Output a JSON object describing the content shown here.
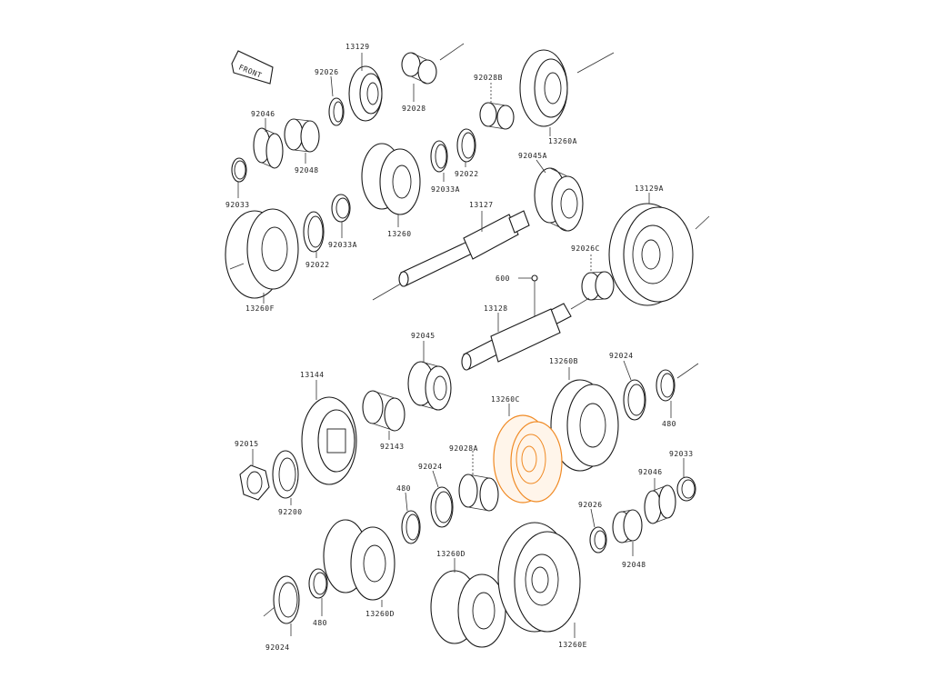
{
  "highlight_color": "#f08a24",
  "front_label": "FRONT",
  "parts": [
    {
      "key": "p13129",
      "label": "13129"
    },
    {
      "key": "p92026",
      "label": "92026"
    },
    {
      "key": "p92028",
      "label": "92028"
    },
    {
      "key": "p92028B",
      "label": "92028B"
    },
    {
      "key": "p92046_top",
      "label": "92046"
    },
    {
      "key": "p92048_top",
      "label": "92048"
    },
    {
      "key": "p13260A",
      "label": "13260A"
    },
    {
      "key": "p92033_top",
      "label": "92033"
    },
    {
      "key": "p92033A_mid",
      "label": "92033A"
    },
    {
      "key": "p92022_top",
      "label": "92022"
    },
    {
      "key": "p92045A",
      "label": "92045A"
    },
    {
      "key": "p13260",
      "label": "13260"
    },
    {
      "key": "p13127",
      "label": "13127"
    },
    {
      "key": "p13129A",
      "label": "13129A"
    },
    {
      "key": "p92033A_left",
      "label": "92033A"
    },
    {
      "key": "p92022_left",
      "label": "92022"
    },
    {
      "key": "p92026C",
      "label": "92026C"
    },
    {
      "key": "p13260F",
      "label": "13260F"
    },
    {
      "key": "p600",
      "label": "600"
    },
    {
      "key": "p13128",
      "label": "13128"
    },
    {
      "key": "p92045",
      "label": "92045"
    },
    {
      "key": "p13260B",
      "label": "13260B"
    },
    {
      "key": "p92024_right",
      "label": "92024"
    },
    {
      "key": "p13144",
      "label": "13144"
    },
    {
      "key": "p13260C",
      "label": "13260C"
    },
    {
      "key": "p480_right",
      "label": "480"
    },
    {
      "key": "p92143",
      "label": "92143"
    },
    {
      "key": "p92015",
      "label": "92015"
    },
    {
      "key": "p92028A",
      "label": "92028A"
    },
    {
      "key": "p92033_right",
      "label": "92033"
    },
    {
      "key": "p92024_mid",
      "label": "92024"
    },
    {
      "key": "p92046_low",
      "label": "92046"
    },
    {
      "key": "p92200",
      "label": "92200"
    },
    {
      "key": "p480_mid",
      "label": "480"
    },
    {
      "key": "p92026_low",
      "label": "92026"
    },
    {
      "key": "p92048_low",
      "label": "92048"
    },
    {
      "key": "p13260D_top",
      "label": "13260D"
    },
    {
      "key": "p13260D_left",
      "label": "13260D"
    },
    {
      "key": "p480_low",
      "label": "480"
    },
    {
      "key": "p92024_low",
      "label": "92024"
    },
    {
      "key": "p13260E",
      "label": "13260E"
    }
  ]
}
